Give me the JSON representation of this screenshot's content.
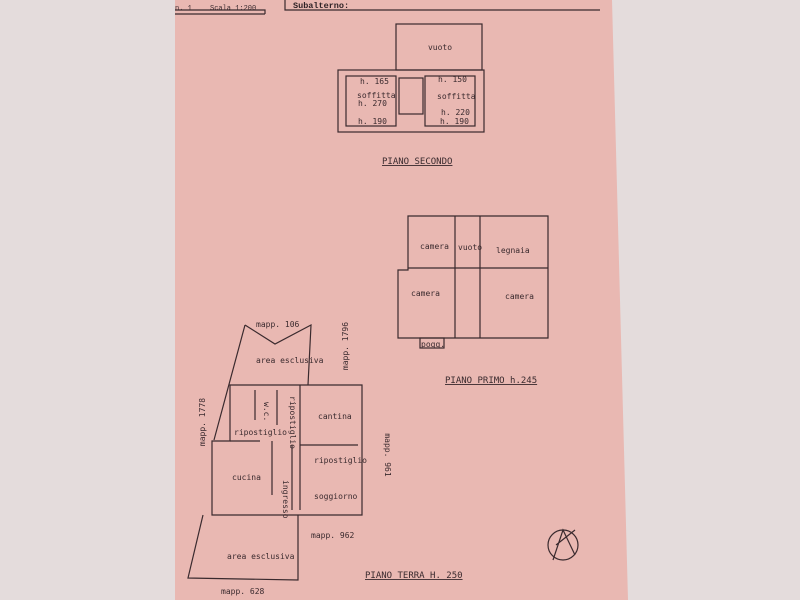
{
  "header": {
    "sheet": "n. 1",
    "scale": "Scala 1:200",
    "subaltern": "Subalterno:"
  },
  "colors": {
    "paper": "#e9b8b2",
    "background": "#e4dcdc",
    "ink": "#3a2a2e"
  },
  "piano_secondo": {
    "title": "PIANO SECONDO",
    "vuoto": "vuoto",
    "left": {
      "h_top": "h. 165",
      "room": "soffitta",
      "h_mid": "h. 270",
      "h_bottom": "h. 190"
    },
    "right": {
      "h_top": "h. 150",
      "room": "soffitta",
      "h_mid": "h. 220",
      "h_bottom": "h. 190"
    }
  },
  "piano_primo": {
    "title": "PIANO PRIMO  h.245",
    "rooms": [
      "camera",
      "vuoto",
      "legnaia",
      "camera",
      "camera"
    ],
    "balcony": "pogg."
  },
  "piano_terra": {
    "title": "PIANO TERRA    H. 250",
    "rooms": [
      "area esclusiva",
      "w.c.",
      "ripostiglio",
      "cantina",
      "ripostiglio",
      "cucina",
      "ingresso",
      "ripostiglio",
      "soggiorno",
      "area esclusiva"
    ],
    "mapp": [
      "mapp. 106",
      "mapp. 1796",
      "mapp. 1778",
      "mapp. 961",
      "mapp. 962",
      "mapp. 628"
    ]
  },
  "north_icon": "north-arrow-icon"
}
